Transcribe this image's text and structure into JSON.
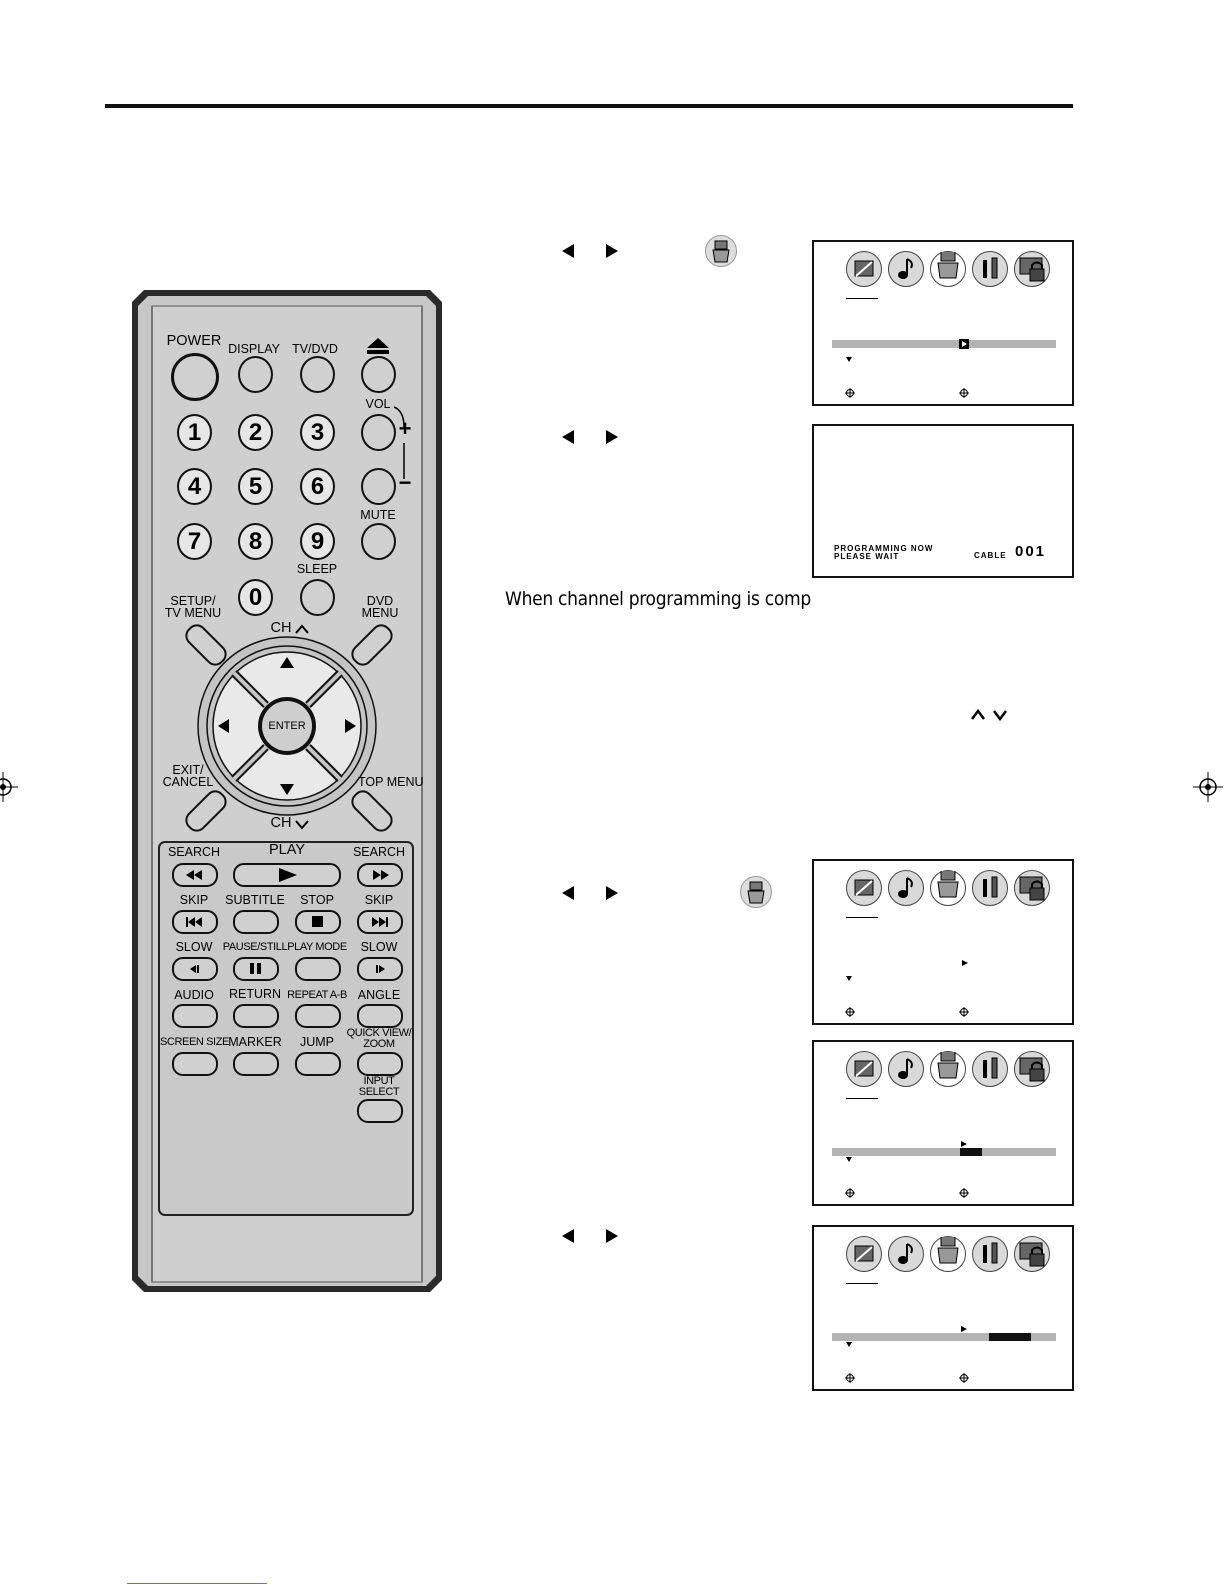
{
  "remote": {
    "power": "POWER",
    "display": "DISPLAY",
    "tvdvd": "TV/DVD",
    "vol": "VOL",
    "plus": "+",
    "minus": "−",
    "mute": "MUTE",
    "sleep": "SLEEP",
    "digits": [
      "1",
      "2",
      "3",
      "4",
      "5",
      "6",
      "7",
      "8",
      "9",
      "0"
    ],
    "setup": [
      "SETUP/",
      "TV MENU"
    ],
    "dvd_menu": [
      "DVD",
      "MENU"
    ],
    "ch_up": "CH",
    "ch_down": "CH",
    "enter": "ENTER",
    "exit": [
      "EXIT/",
      "CANCEL"
    ],
    "top_menu": "TOP MENU",
    "search_l": "SEARCH",
    "play": "PLAY",
    "search_r": "SEARCH",
    "skip_l": "SKIP",
    "subtitle": "SUBTITLE",
    "stop": "STOP",
    "skip_r": "SKIP",
    "slow_l": "SLOW",
    "pause": "PAUSE/STILL",
    "play_mode": "PLAY MODE",
    "slow_r": "SLOW",
    "audio": "AUDIO",
    "return": "RETURN",
    "repeat": "REPEAT A-B",
    "angle": "ANGLE",
    "screen_size": "SCREEN SIZE",
    "marker": "MARKER",
    "jump": "JUMP",
    "quick_view": [
      "QUICK VIEW/",
      "ZOOM"
    ],
    "input_select": [
      "INPUT",
      "SELECT"
    ]
  },
  "caption": "When channel programming is comp",
  "programming_screen": {
    "line1": "PROGRAMMING NOW",
    "line2": "PLEASE WAIT",
    "cable_label": "CABLE",
    "cable_number": "001"
  },
  "menu_icons": [
    "picture-icon",
    "audio-icon",
    "channel-icon",
    "setup-icon",
    "lock-icon"
  ]
}
